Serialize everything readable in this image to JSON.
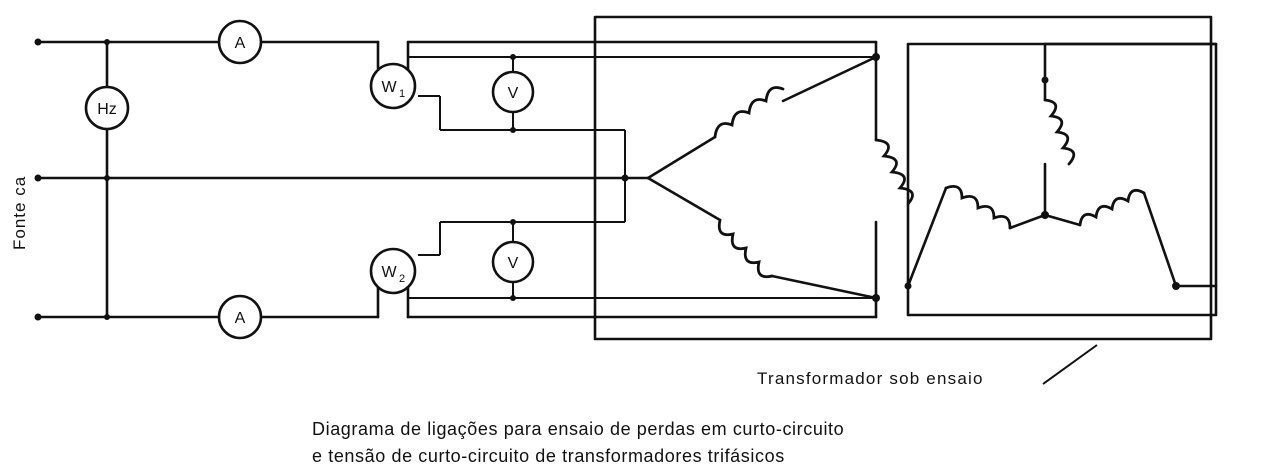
{
  "labels": {
    "source": "Fonte ca",
    "frequency_meter": "Hz",
    "ammeter": "A",
    "voltmeter": "V",
    "wattmeter_1": "W",
    "wattmeter_1_sub": "1",
    "wattmeter_2": "W",
    "wattmeter_2_sub": "2",
    "transformer_under_test": "Transformador sob ensaio"
  },
  "caption": {
    "line1": "Diagrama de ligações para ensaio de perdas em curto-circuito",
    "line2": "e tensão de curto-circuito de transformadores trifásicos"
  }
}
